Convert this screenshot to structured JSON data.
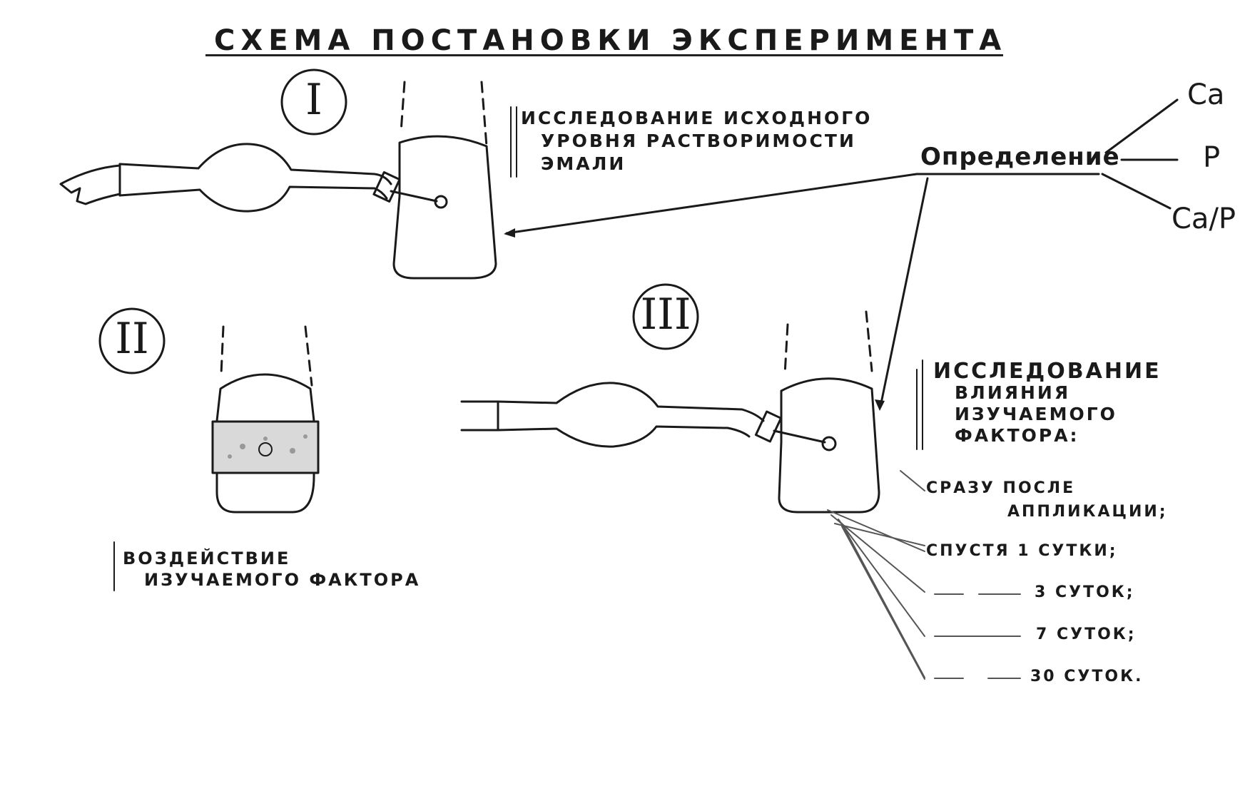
{
  "title": "СХЕМА ПОСТАНОВКИ ЭКСПЕРИМЕНТА",
  "stages": [
    {
      "number": "I",
      "label": [
        "ИССЛЕДОВАНИЕ ИСХОДНОГО",
        "УРОВНЯ РАСТВОРИМОСТИ",
        "ЭМАЛИ"
      ]
    },
    {
      "number": "II",
      "label": [
        "ВОЗДЕЙСТВИЕ",
        "ИЗУЧАЕМОГО ФАКТОРА"
      ]
    },
    {
      "number": "III",
      "label": [
        "ИССЛЕДОВАНИЕ",
        "ВЛИЯНИЯ",
        "ИЗУЧАЕМОГО",
        "ФАКТОРА:"
      ]
    }
  ],
  "determination": {
    "label": "Определение",
    "outputs": [
      "Ca",
      "P",
      "Ca/P"
    ]
  },
  "timepoints": [
    "СРАЗУ ПОСЛЕ",
    "АППЛИКАЦИИ;",
    "СПУСТЯ 1 СУТКИ;",
    "3 СУТОК;",
    "7 СУТОК;",
    "30 СУТОК."
  ],
  "colors": {
    "ink": "#1a1a1a",
    "paper": "#ffffff"
  }
}
